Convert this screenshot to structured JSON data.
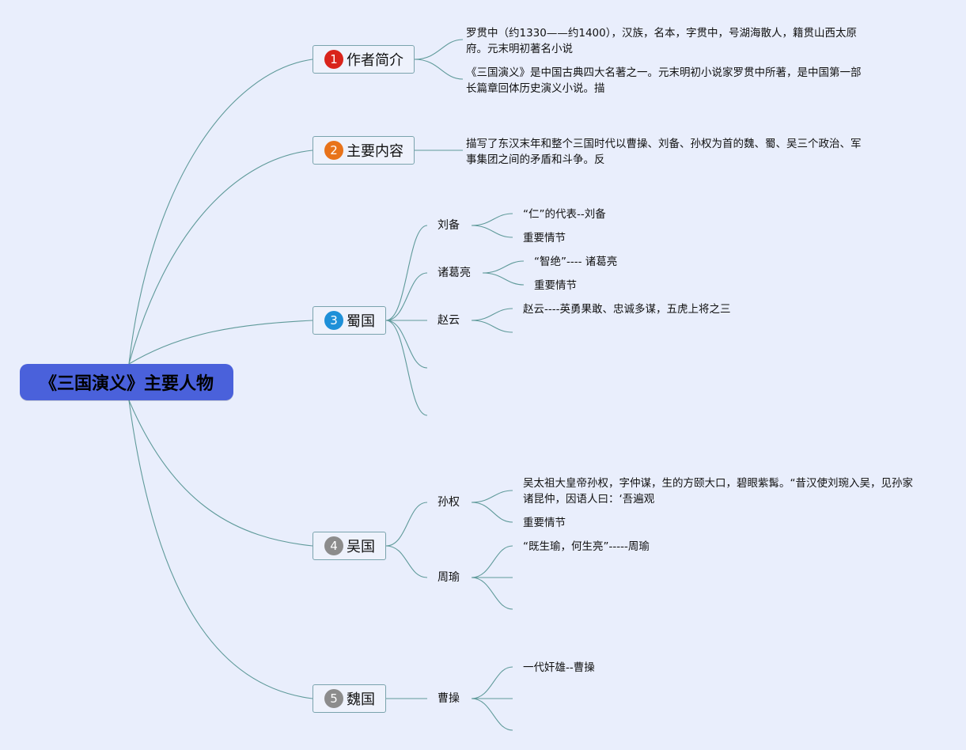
{
  "root": {
    "label": "《三国演义》主要人物"
  },
  "colors": {
    "root": "#4a61db",
    "badge1": "#d9241b",
    "badge2": "#e8731a",
    "badge3": "#1e90d8",
    "badge4": "#8c8c8c",
    "badge5": "#8c8c8c",
    "link": "#5f9a9a"
  },
  "topics": [
    {
      "num": "1",
      "label": "作者简介"
    },
    {
      "num": "2",
      "label": "主要内容"
    },
    {
      "num": "3",
      "label": "蜀国"
    },
    {
      "num": "4",
      "label": "吴国"
    },
    {
      "num": "5",
      "label": "魏国"
    }
  ],
  "author": {
    "p1": "罗贯中（约1330——约1400），汉族，名本，字贯中，号湖海散人，籍贯山西太原府。元末明初著名小说",
    "p2": "《三国演义》是中国古典四大名著之一。元末明初小说家罗贯中所著，是中国第一部长篇章回体历史演义小说。描"
  },
  "content": {
    "p1": "描写了东汉末年和整个三国时代以曹操、刘备、孙权为首的魏、蜀、吴三个政治、军事集团之间的矛盾和斗争。反"
  },
  "shu": {
    "liubei": {
      "name": "刘备",
      "items": [
        "“仁”的代表--刘备",
        "重要情节"
      ]
    },
    "zhuge": {
      "name": "诸葛亮",
      "items": [
        "“智绝”---- 诸葛亮",
        "重要情节"
      ]
    },
    "zhaoyun": {
      "name": "赵云",
      "items": [
        "赵云----英勇果敢、忠诚多谋，五虎上将之三"
      ]
    }
  },
  "wu": {
    "sunquan": {
      "name": "孙权",
      "desc": "吴太祖大皇帝孙权，字仲谋，生的方颐大口，碧眼紫髯。“昔汉使刘琬入吴，见孙家诸昆仲，因语人曰：‘吾遍观",
      "items": [
        "重要情节"
      ]
    },
    "zhouyu": {
      "name": "周瑜",
      "items": [
        "“既生瑜，何生亮”-----周瑜"
      ]
    }
  },
  "wei": {
    "caocao": {
      "name": "曹操",
      "items": [
        "一代奸雄--曹操"
      ]
    }
  }
}
